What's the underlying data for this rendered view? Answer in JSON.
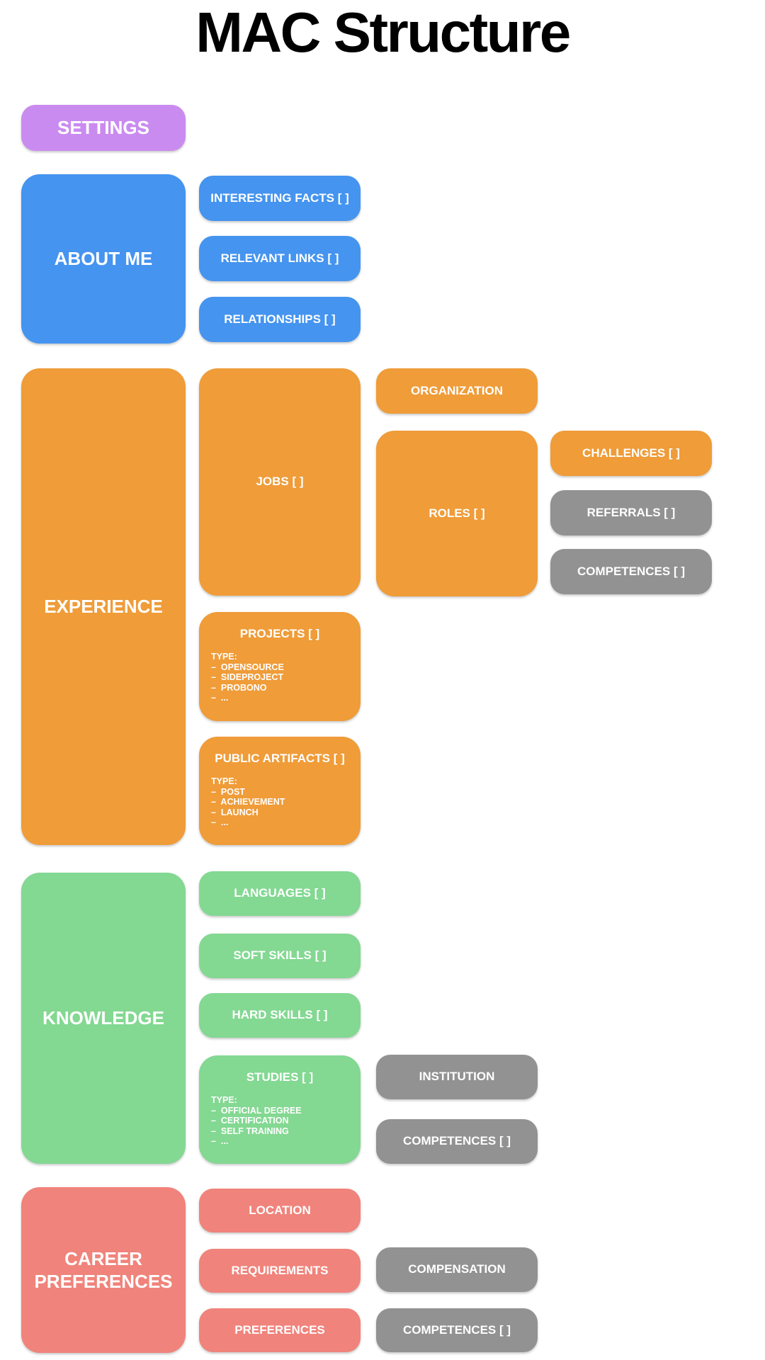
{
  "title": "MAC Structure",
  "colors": {
    "purple": "#ca8bf0",
    "blue": "#4594ef",
    "orange": "#ef9c39",
    "green": "#83d892",
    "salmon": "#f0837b",
    "gray": "#929292",
    "text_on_boxes": "#ffffff",
    "title_text": "#000000"
  },
  "settings": {
    "label": "SETTINGS"
  },
  "about_me": {
    "label": "ABOUT ME",
    "children": {
      "interesting_facts": "INTERESTING FACTS [ ]",
      "relevant_links": "RELEVANT LINKS [ ]",
      "relationships": "RELATIONSHIPS [ ]"
    }
  },
  "experience": {
    "label": "EXPERIENCE",
    "jobs": {
      "label": "JOBS [ ]",
      "organization": {
        "label": "ORGANIZATION"
      },
      "roles": {
        "label": "ROLES [ ]",
        "children": {
          "challenges": "CHALLENGES [ ]",
          "referrals": "REFERRALS [ ]",
          "competences": "COMPETENCES [ ]"
        }
      }
    },
    "projects": {
      "label": "PROJECTS [ ]",
      "type_heading": "TYPE:",
      "type_lines": [
        "–  OPENSOURCE",
        "–  SIDEPROJECT",
        "–  PROBONO",
        "–  ..."
      ]
    },
    "public_artifacts": {
      "label": "PUBLIC ARTIFACTS [ ]",
      "type_heading": "TYPE:",
      "type_lines": [
        "–  POST",
        "–  ACHIEVEMENT",
        "–  LAUNCH",
        "–  ..."
      ]
    }
  },
  "knowledge": {
    "label": "KNOWLEDGE",
    "children": {
      "languages": "LANGUAGES [ ]",
      "soft_skills": "SOFT SKILLS [ ]",
      "hard_skills": "HARD SKILLS [ ]"
    },
    "studies": {
      "label": "STUDIES [ ]",
      "type_heading": "TYPE:",
      "type_lines": [
        "–  OFFICIAL DEGREE",
        "–  CERTIFICATION",
        "–  SELF TRAINING",
        "–  ..."
      ],
      "children": {
        "institution": "INSTITUTION",
        "competences": "COMPETENCES [ ]"
      }
    }
  },
  "career_preferences": {
    "label": "CAREER PREFERENCES",
    "children": {
      "location": "LOCATION",
      "requirements": "REQUIREMENTS",
      "preferences": "PREFERENCES",
      "compensation": "COMPENSATION",
      "competences": "COMPETENCES [ ]"
    }
  }
}
